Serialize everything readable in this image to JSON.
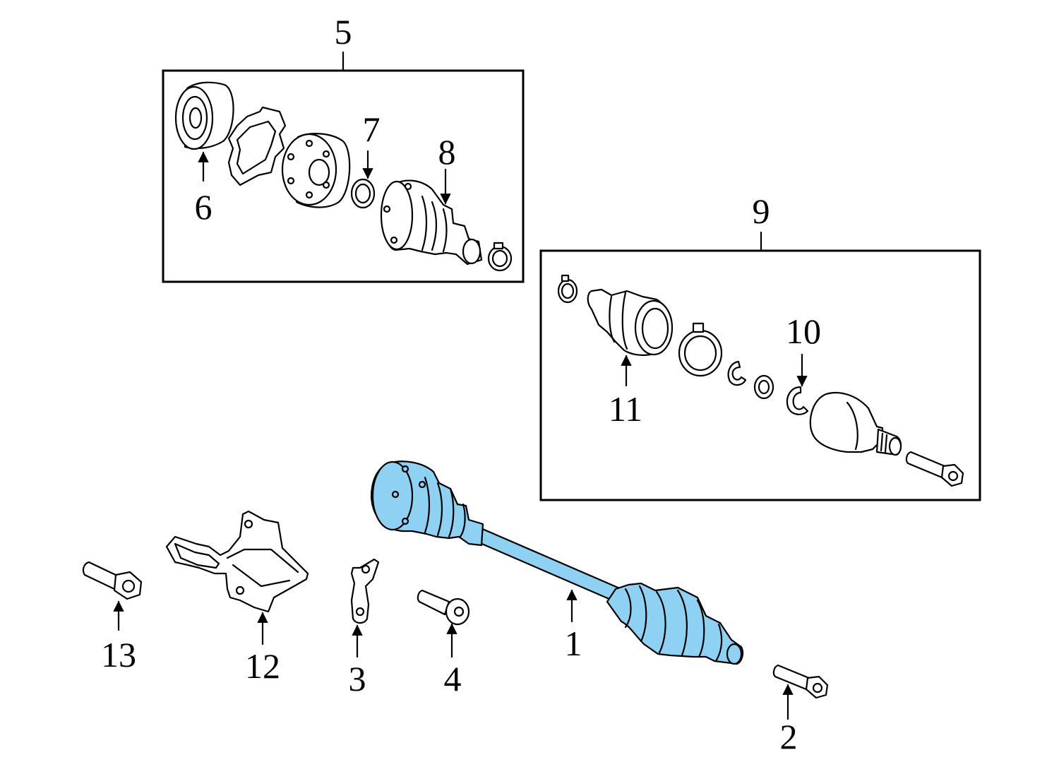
{
  "highlight_color": "#8fd1f3",
  "line_color": "#000000",
  "callouts": {
    "c1": "1",
    "c2": "2",
    "c3": "3",
    "c4": "4",
    "c5": "5",
    "c6": "6",
    "c7": "7",
    "c8": "8",
    "c9": "9",
    "c10": "10",
    "c11": "11",
    "c12": "12",
    "c13": "13"
  },
  "highlighted_part": "1"
}
